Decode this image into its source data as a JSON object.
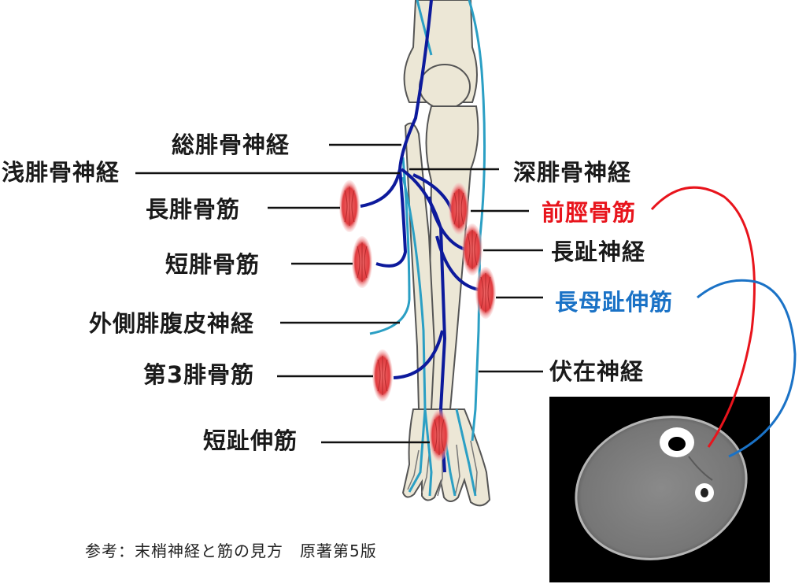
{
  "labels": {
    "common_peroneal_nerve": "総腓骨神経",
    "superficial_peroneal_nerve": "浅腓骨神経",
    "deep_peroneal_nerve": "深腓骨神経",
    "peroneus_longus": "長腓骨筋",
    "tibialis_anterior": "前脛骨筋",
    "long_toe_nerve": "長趾神経",
    "peroneus_brevis": "短腓骨筋",
    "extensor_hallucis_longus": "長母趾伸筋",
    "lateral_sural_cutaneous_nerve": "外側腓腹皮神経",
    "peroneus_tertius": "第3腓骨筋",
    "saphenous_nerve": "伏在神経",
    "extensor_digitorum_brevis": "短趾伸筋"
  },
  "reference": "参考：末梢神経と筋の見方　原著第5版",
  "colors": {
    "label_text": "#1a1a1a",
    "highlight_red": "#e8141c",
    "highlight_blue": "#1a72c6",
    "nerve_dark_blue": "#0d1a9c",
    "nerve_light_blue": "#2b9fc4",
    "muscle_red": "#e03a3e",
    "bone": "#ece7d6",
    "ct_background": "#000000"
  }
}
